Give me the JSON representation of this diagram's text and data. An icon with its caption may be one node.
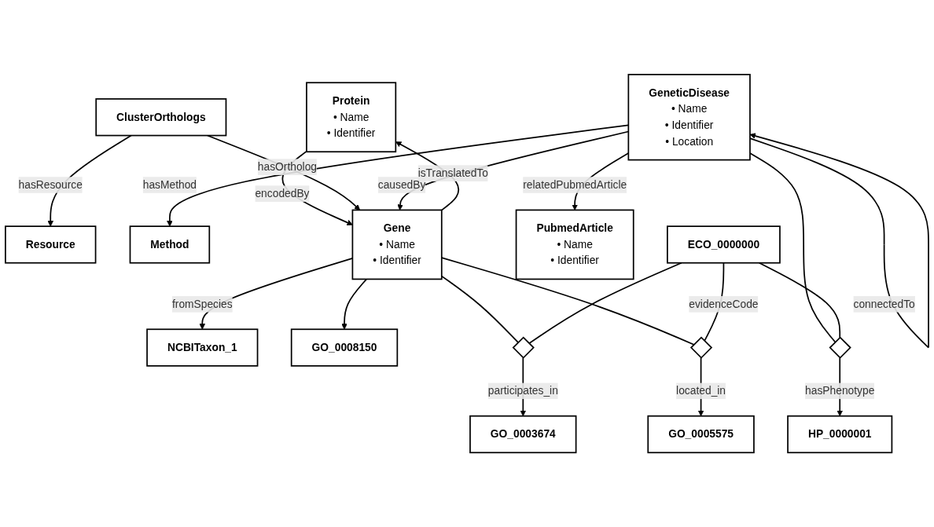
{
  "diagram": {
    "nodes": [
      {
        "text": [
          "Protein",
          "• Name",
          "• Identifier"
        ]
      },
      {
        "text": [
          "ClusterOrthologs"
        ]
      },
      {
        "text": [
          "Resource"
        ]
      },
      {
        "text": [
          "Method"
        ]
      },
      {
        "text": [
          "Gene",
          "• Name",
          "• Identifier"
        ]
      },
      {
        "text": [
          "GeneticDisease",
          "• Name",
          "• Identifier",
          "• Location"
        ]
      },
      {
        "text": [
          "NCBITaxon_1"
        ]
      },
      {
        "text": [
          "PubmedArticle",
          "• Name",
          "• Identifier"
        ]
      },
      {
        "text": [
          "GO_0008150"
        ]
      },
      {
        "text": [
          "ECO_0000000"
        ]
      },
      {
        "text": [
          "GO_0003674"
        ]
      },
      {
        "text": [
          "GO_0005575"
        ]
      },
      {
        "text": [
          "HP_0000001"
        ]
      },
      {
        "text": [],
        "shape": "diamond"
      },
      {
        "text": [],
        "shape": "diamond"
      },
      {
        "text": [],
        "shape": "diamond"
      }
    ],
    "edges": [
      {
        "from": 1,
        "to": 2,
        "arrow": "to",
        "label": "hasResource"
      },
      {
        "from": 4,
        "to": 0,
        "arrow": "to",
        "label": "isTranslatedTo"
      },
      {
        "from": 0,
        "to": 4,
        "arrow": "to",
        "label": "encodedBy"
      },
      {
        "from": 1,
        "to": 4,
        "arrow": "to",
        "label": "hasOrtholog"
      },
      {
        "from": 5,
        "to": 5,
        "arrow": "to",
        "label": "connectedTo"
      },
      {
        "from": 5,
        "to": 3,
        "arrow": "to",
        "label": "hasMethod"
      },
      {
        "from": 5,
        "to": 4,
        "arrow": "to",
        "label": "causedBy"
      },
      {
        "from": 5,
        "to": 7,
        "arrow": "to",
        "label": "relatedPubmedArticle"
      },
      {
        "from": 4,
        "to": 6,
        "arrow": "to",
        "label": "fromSpecies"
      },
      {
        "from": 4,
        "to": 8,
        "arrow": "to"
      },
      {
        "from": 4,
        "to": 13,
        "arrow": "none"
      },
      {
        "from": 13,
        "to": 10,
        "arrow": "to",
        "label": "participates_in"
      },
      {
        "from": 4,
        "to": 14,
        "arrow": "none"
      },
      {
        "from": 14,
        "to": 11,
        "arrow": "to",
        "label": "located_in"
      },
      {
        "from": 5,
        "to": 15,
        "arrow": "none"
      },
      {
        "from": 15,
        "to": 12,
        "arrow": "to",
        "label": "hasPhenotype"
      },
      {
        "from": 9,
        "to": 13,
        "arrow": "none"
      },
      {
        "from": 9,
        "to": 14,
        "arrow": "none",
        "label": "evidenceCode"
      },
      {
        "from": 9,
        "to": 15,
        "arrow": "none"
      }
    ]
  }
}
